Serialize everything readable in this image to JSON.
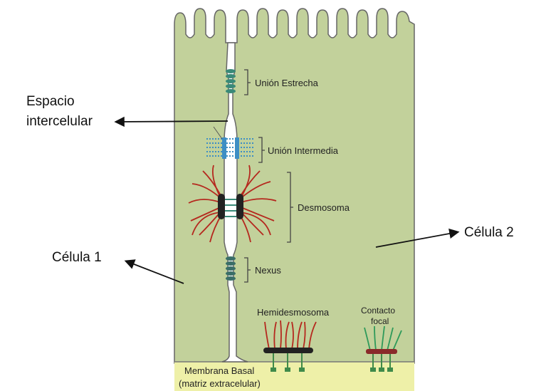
{
  "labels": {
    "espacio_line1": "Espacio",
    "espacio_line2": "intercelular",
    "celula1": "Célula  1",
    "celula2": "Célula 2",
    "union_estrecha": "Unión Estrecha",
    "union_intermedia": "Unión Intermedia",
    "desmosoma": "Desmosoma",
    "nexus": "Nexus",
    "hemidesmosoma": "Hemidesmosoma",
    "contacto_line1": "Contacto",
    "contacto_line2": "focal",
    "membrana_line1": "Membrana Basal",
    "membrana_line2": "(matriz extracelular)"
  },
  "colors": {
    "cell": "#c2d19b",
    "basal": "#eef0a8",
    "membrane": "#555555",
    "tight_junction": "#3a8a78",
    "intermediate": "#3d8ec4",
    "desmosome_plaque": "#222222",
    "keratin": "#b5281e",
    "nexus": "#3a6e68",
    "hemi_fibers": "#b5281e",
    "focal_fibers": "#2e9a5a",
    "focal_plaque": "#8a2a2a",
    "integrin": "#3f8a4a"
  }
}
